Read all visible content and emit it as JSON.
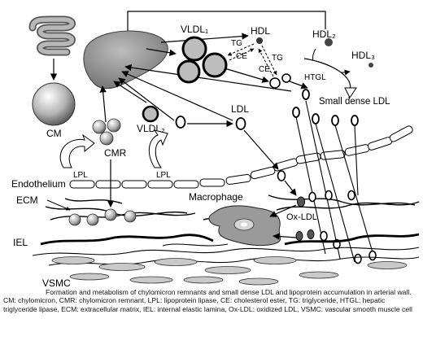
{
  "labels": {
    "cm": "CM",
    "cmr": "CMR",
    "vldl1": "VLDL₁",
    "vldl2": "VLDL₂",
    "hdl": "HDL",
    "hdl2": "HDL₂",
    "hdl3": "HDL₃",
    "ldl": "LDL",
    "small_dense_ldl": "Small dense LDL",
    "tg_left": "TG",
    "ce_left": "CE",
    "tg_right": "TG",
    "ce_right": "CE",
    "htgl": "HTGL",
    "lpl_left": "LPL",
    "lpl_right": "LPL",
    "endothelium": "Endothelium",
    "ecm": "ECM",
    "macrophage": "Macrophage",
    "ox_ldl": "Ox-LDL",
    "iel": "IEL",
    "vsmc": "VSMC"
  },
  "caption": {
    "title": "Formation and metabolism of chylomicron remnants and small dense LDL and lipoprotein accumulation in arterial wall.",
    "abbreviations": "CM: chylomicron, CMR: chylomicron remnant, LPL: lipoprotein lipase, CE: cholesterol ester, TG: triglyceride, HTGL: hepatic triglyceride lipase, ECM: extracellular matrix, IEL: internal elastic lamina, Ox-LDL: oxidized LDL, VSMC: vascular smooth muscle cell"
  },
  "colors": {
    "line": "#000000",
    "liver": "#8a8a8a",
    "gut": "#a8a8a8",
    "macrophage": "#9a9a9a",
    "particle_gray": "#bdbdbd",
    "particle_dark": "#555555",
    "vsmc": "#c9c9c9"
  }
}
